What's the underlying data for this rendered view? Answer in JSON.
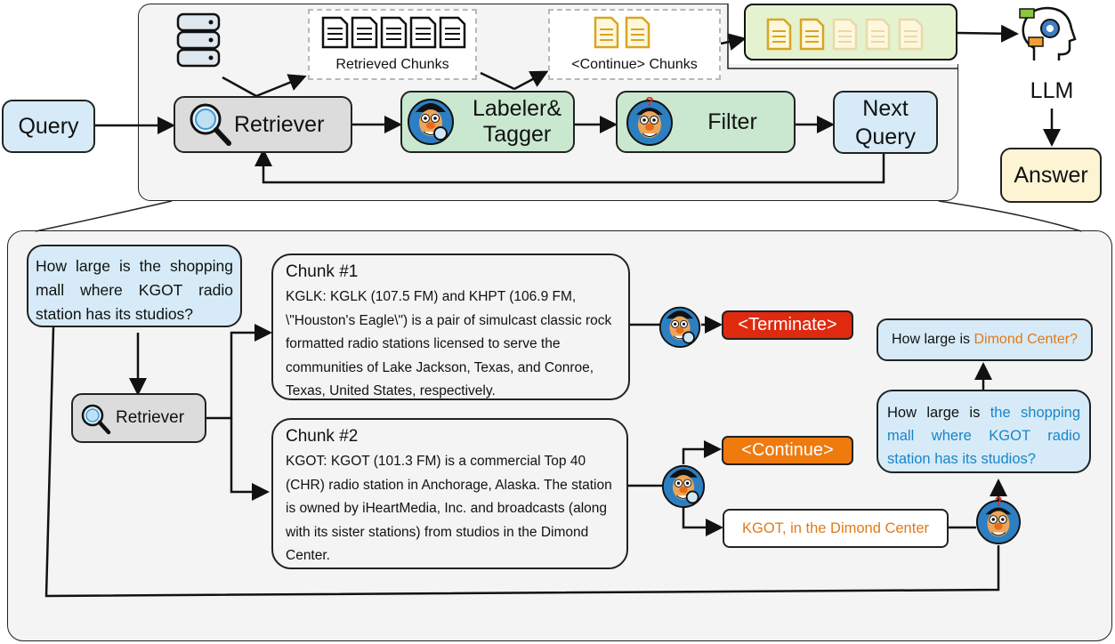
{
  "top": {
    "query": "Query",
    "retriever": "Retriever",
    "labeler": "Labeler&\nTagger",
    "filter": "Filter",
    "next_query": "Next\nQuery",
    "retrieved_chunks": "Retrieved Chunks",
    "continue_chunks": "<Continue> Chunks",
    "llm": "LLM",
    "answer": "Answer"
  },
  "bottom": {
    "question": "How large is the shopping mall where KGOT radio station has its studios?",
    "retriever": "Retriever",
    "chunk1_title": "Chunk #1",
    "chunk1_text": "KGLK: KGLK (107.5 FM) and KHPT (106.9 FM, \\\"Houston's Eagle\\\") is a pair of simulcast classic rock formatted radio stations licensed to serve the communities of Lake Jackson, Texas, and Conroe, Texas, United States, respectively.",
    "chunk2_title": "Chunk #2",
    "chunk2_text": "KGOT: KGOT (101.3 FM) is a commercial Top 40 (CHR) radio station in Anchorage, Alaska. The station is owned by iHeartMedia, Inc. and broadcasts (along with its sister stations) from studios in the Dimond Center.",
    "terminate": "<Terminate>",
    "continue": "<Continue>",
    "kgot_note": "KGOT, in the Dimond Center",
    "rewritten_prefix": "How large is ",
    "rewritten_highlight": "the shopping mall where KGOT radio station has its studios?",
    "final_prefix": "How large is ",
    "final_highlight": "Dimond Center?"
  },
  "colors": {
    "query_fill": "#d6ebf7",
    "retriever_fill": "#dcdcdc",
    "labeler_fill": "#c9e8cf",
    "answer_fill": "#fdf4d4",
    "terminate": "#e02a10",
    "continue": "#ef7a0e",
    "orange_text": "#e07a1a",
    "blue_text": "#1a85c8",
    "doc_yellow": "#d8a520"
  }
}
